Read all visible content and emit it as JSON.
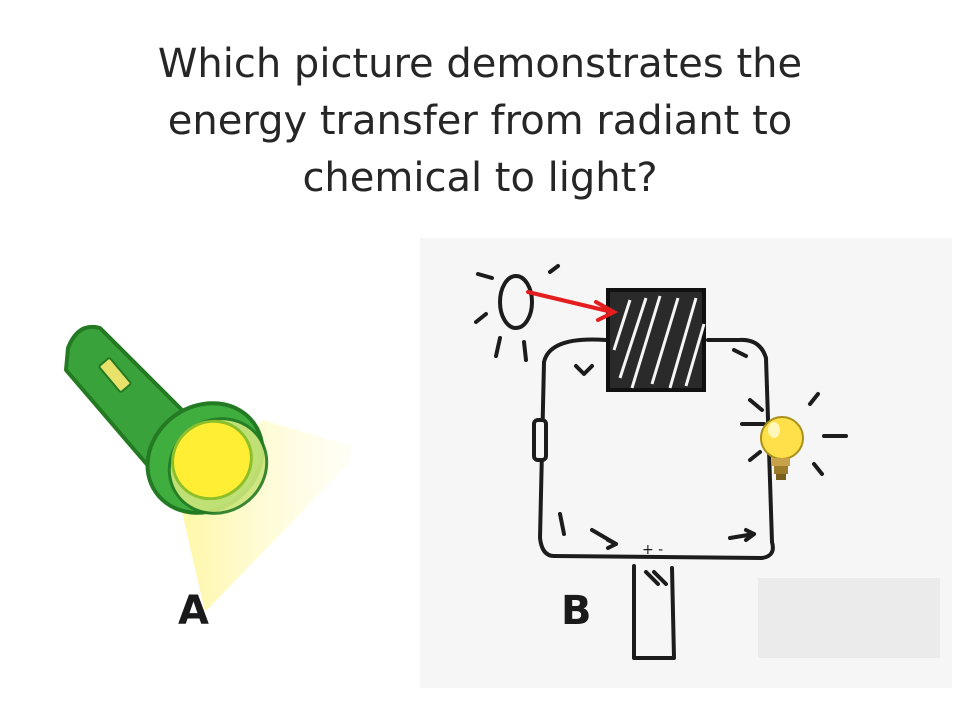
{
  "question": {
    "lines": [
      "Which picture demonstrates the",
      "energy transfer from radiant to",
      "chemical to light?"
    ]
  },
  "options": [
    {
      "label": "A",
      "image": "flashlight-icon"
    },
    {
      "label": "B",
      "image": "solar-circuit-sketch"
    }
  ],
  "colors": {
    "flashlight_body": "#3aa23a",
    "flashlight_lens": "#ffee33",
    "light_beam": "#fffbd0",
    "arrow": "#e41e1e",
    "bulb": "#ffe04a"
  }
}
